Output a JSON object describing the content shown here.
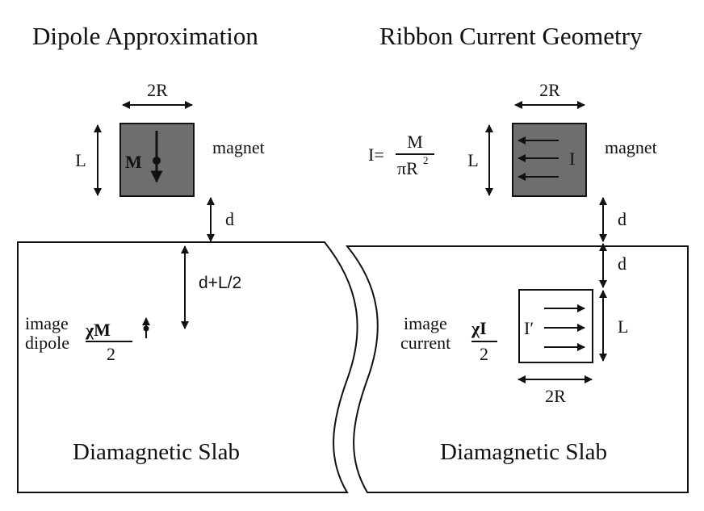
{
  "left_panel": {
    "title": "Dipole Approximation",
    "width_label": "2R",
    "length_label": "L",
    "moment_label": "M",
    "magnet_label": "magnet",
    "gap_label": "d",
    "image_depth_label": "d+L/2",
    "image_label_line1": "image",
    "image_label_line2": "dipole",
    "fraction_numerator": "χM",
    "fraction_denominator": "2",
    "slab_label": "Diamagnetic Slab"
  },
  "right_panel": {
    "title": "Ribbon Current Geometry",
    "width_label": "2R",
    "length_label": "L",
    "current_label": "I",
    "formula_lhs": "I=",
    "formula_numerator": "M",
    "formula_denominator": "πR",
    "formula_exponent": "2",
    "magnet_label": "magnet",
    "gap_label": "d",
    "image_gap_label": "d",
    "image_length_label": "L",
    "image_current_label": "I′",
    "image_label_line1": "image",
    "image_label_line2": "current",
    "fraction_numerator": "χI",
    "fraction_denominator": "2",
    "image_width_label": "2R",
    "slab_label": "Diamagnetic Slab"
  },
  "colors": {
    "magnet_fill": "#6e6e6e",
    "ink": "#111111",
    "background": "#ffffff"
  }
}
